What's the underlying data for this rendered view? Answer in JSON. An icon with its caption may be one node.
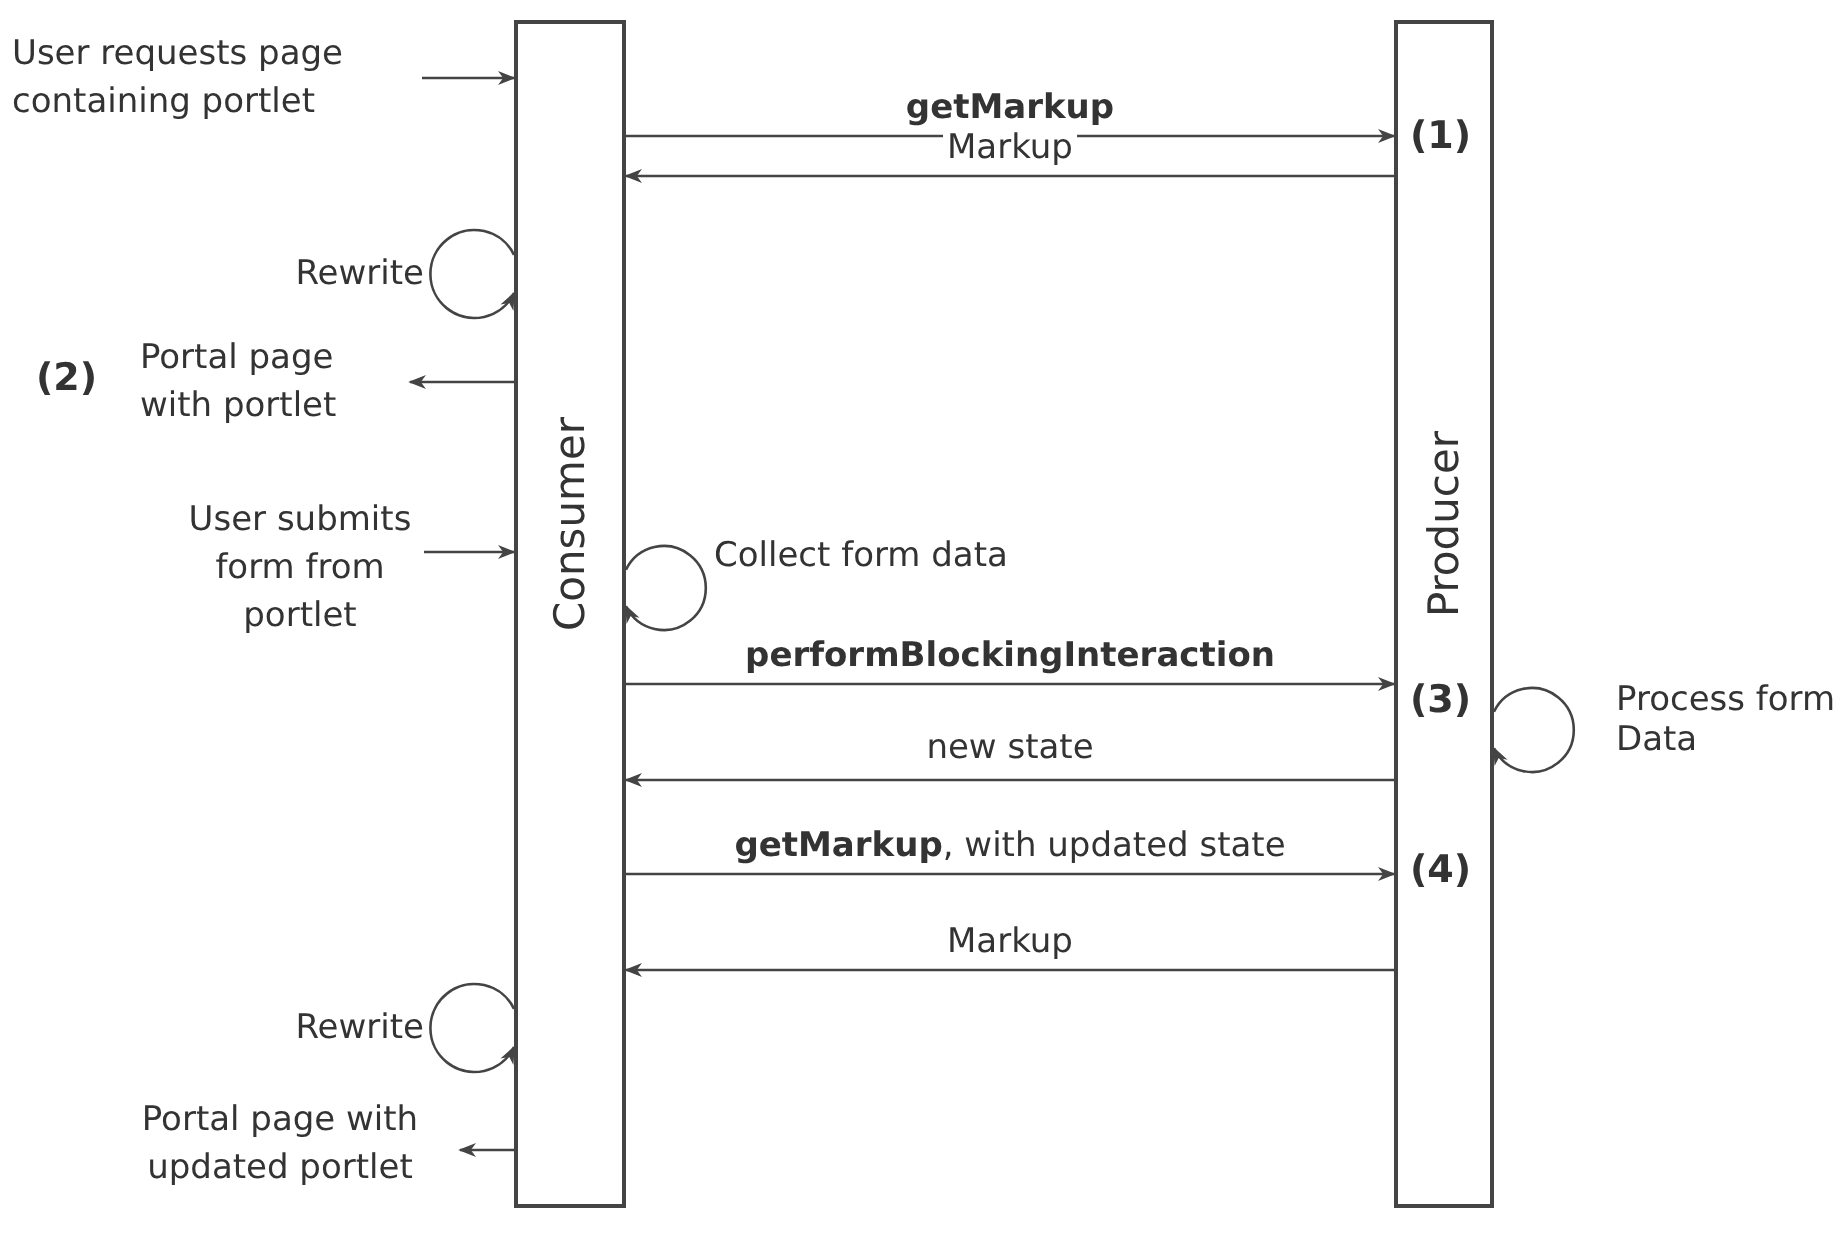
{
  "diagram": {
    "nodes": [
      {
        "text": [
          "Consumer"
        ]
      },
      {
        "text": [
          "Producer"
        ]
      },
      {
        "text": [
          "User requests page containing portlet"
        ]
      },
      {
        "text": [
          "Portal page with portlet"
        ]
      },
      {
        "text": [
          "User submits form from portlet"
        ]
      },
      {
        "text": [
          "Portal page with updated portlet"
        ]
      }
    ],
    "edges": [
      {
        "from": 2,
        "to": 0,
        "arrow": "to"
      },
      {
        "from": 0,
        "to": 1,
        "label": "getMarkup",
        "arrow": "to"
      },
      {
        "from": 1,
        "to": 0,
        "label": "Markup",
        "arrow": "to"
      },
      {
        "from": 0,
        "to": 0,
        "label": "Rewrite",
        "arrow": "to"
      },
      {
        "from": 0,
        "to": 3,
        "arrow": "to"
      },
      {
        "from": 4,
        "to": 0,
        "arrow": "to"
      },
      {
        "from": 0,
        "to": 0,
        "label": "Collect form data",
        "arrow": "to"
      },
      {
        "from": 0,
        "to": 1,
        "label": "performBlockingInteraction",
        "arrow": "to"
      },
      {
        "from": 1,
        "to": 1,
        "label": "Process form Data",
        "arrow": "to"
      },
      {
        "from": 1,
        "to": 0,
        "label": "new state",
        "arrow": "to"
      },
      {
        "from": 0,
        "to": 1,
        "label": "**getMarkup**, with updated state",
        "arrow": "to"
      },
      {
        "from": 1,
        "to": 0,
        "label": "Markup",
        "arrow": "to"
      },
      {
        "from": 0,
        "to": 0,
        "label": "Rewrite",
        "arrow": "to"
      },
      {
        "from": 0,
        "to": 5,
        "arrow": "to"
      }
    ],
    "labels": [
      "(1)",
      "(2)",
      "(3)",
      "(4)"
    ]
  }
}
